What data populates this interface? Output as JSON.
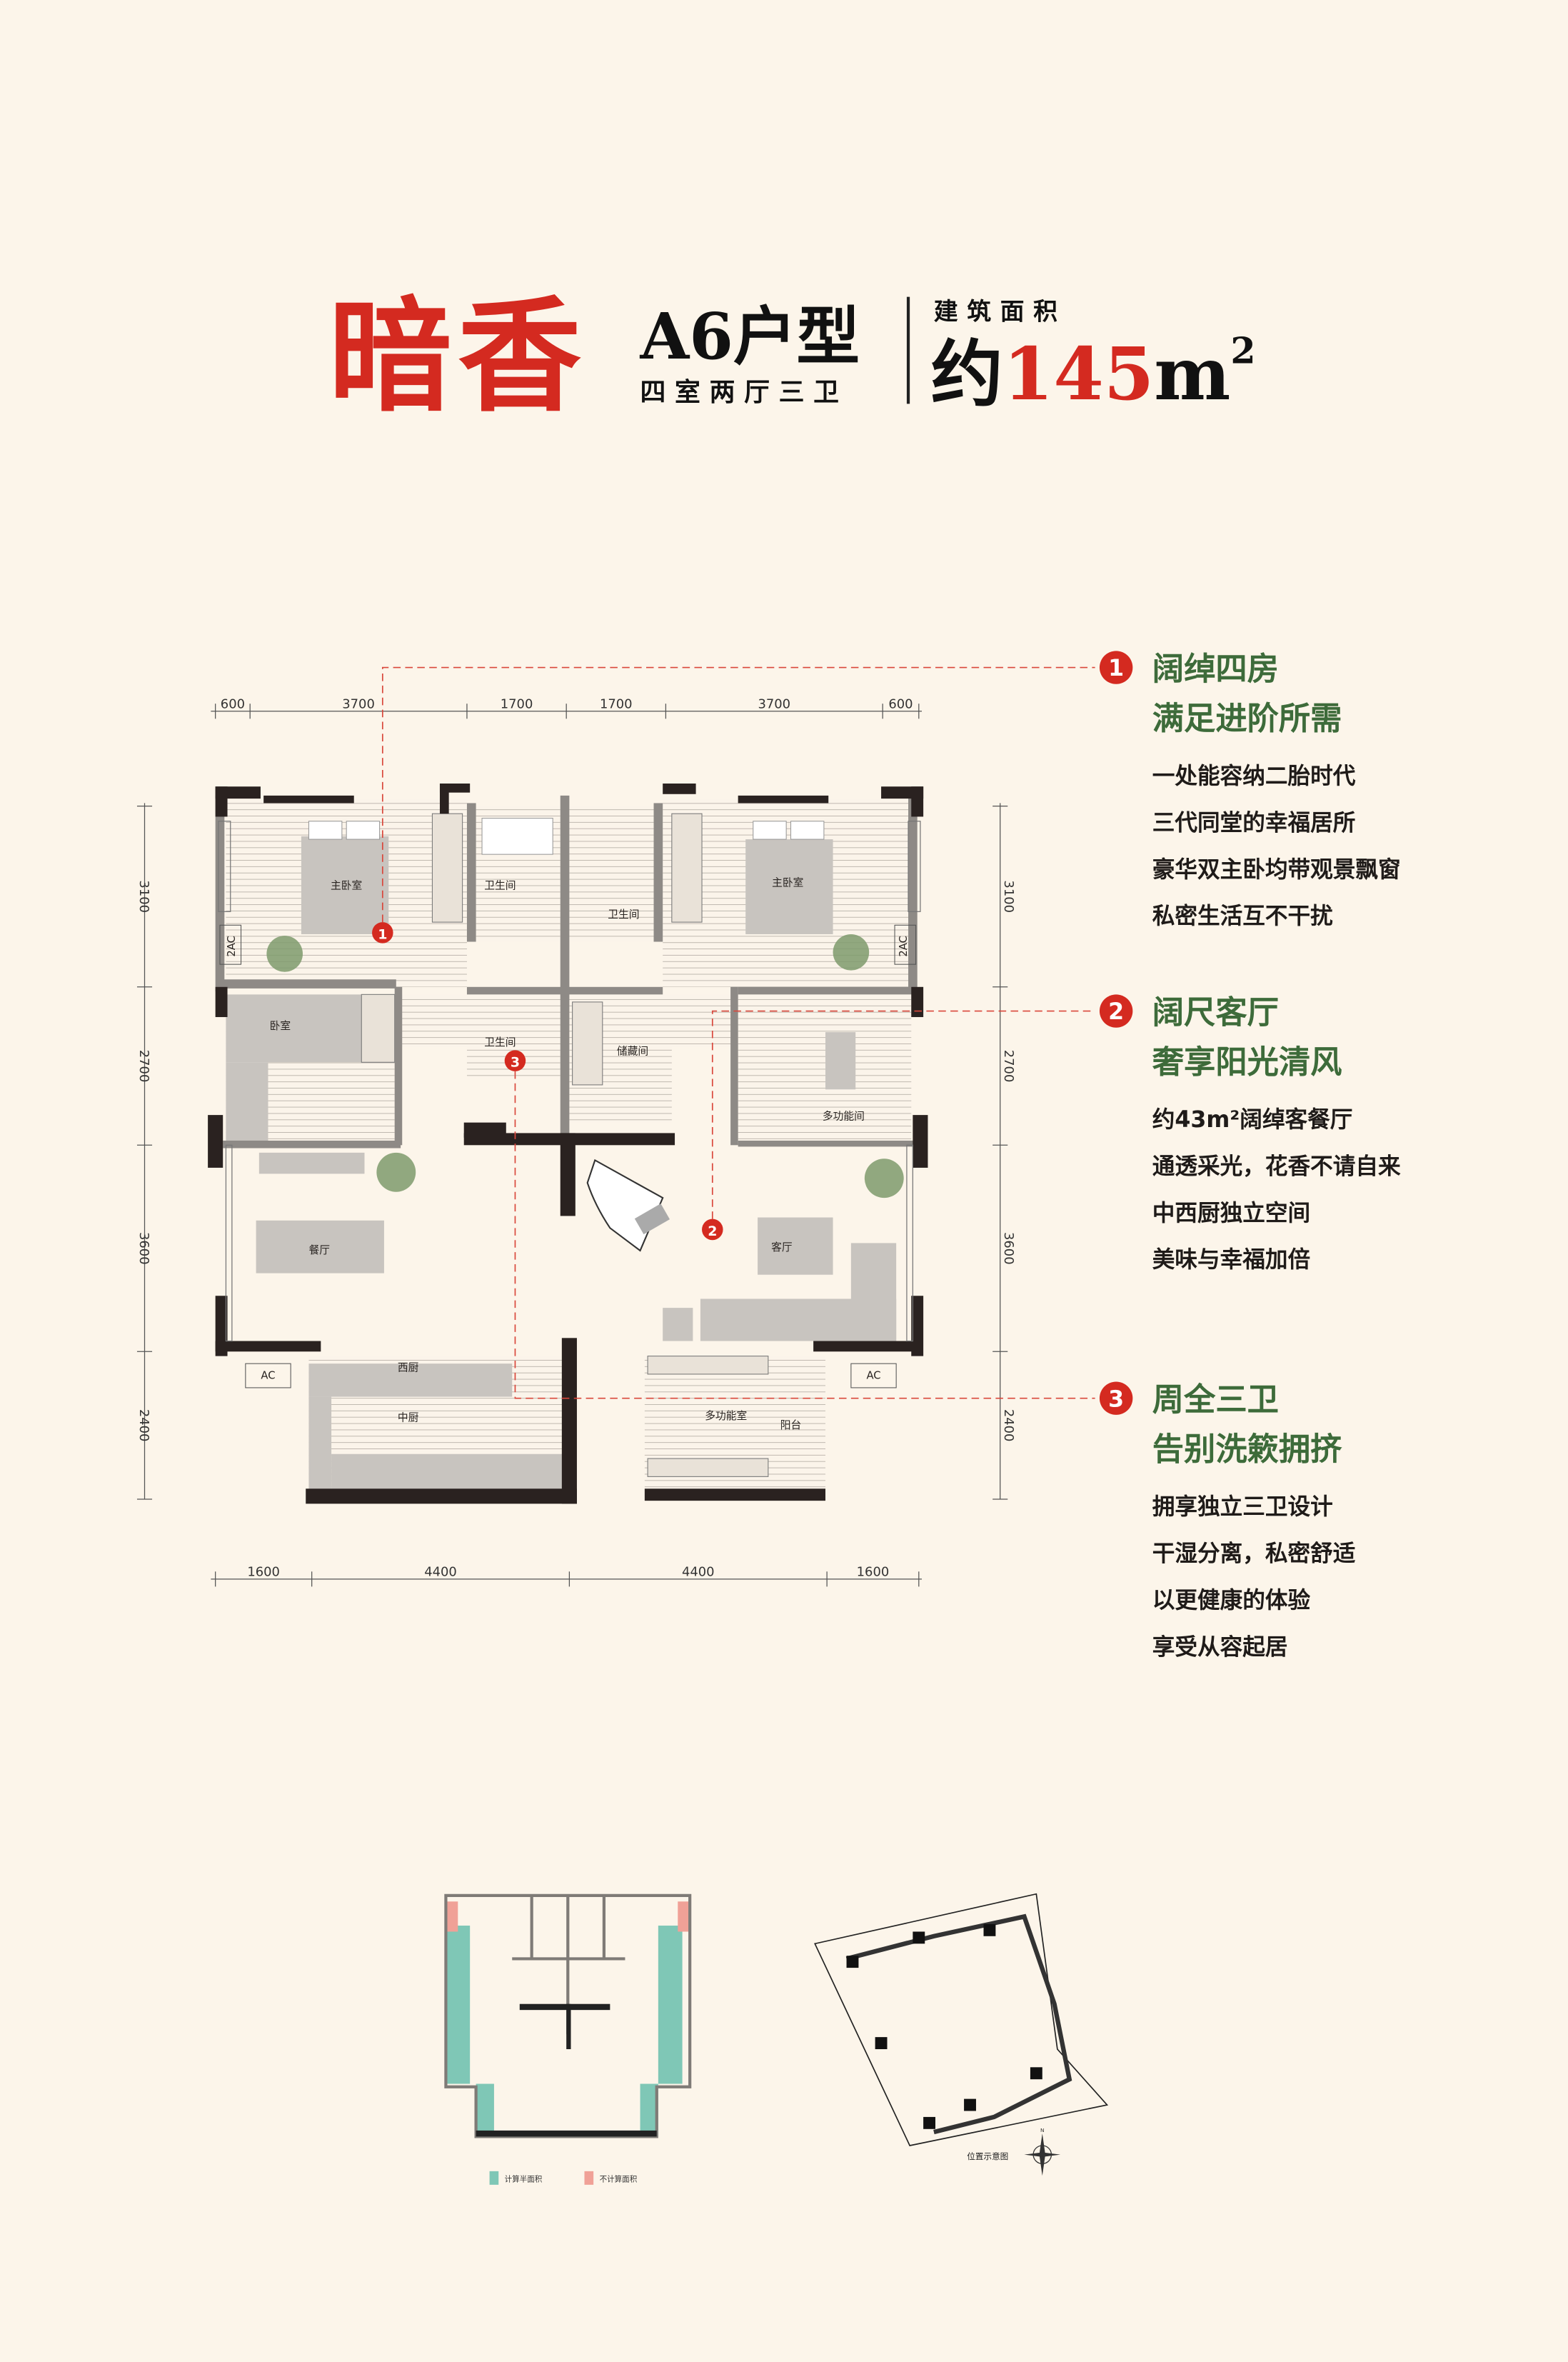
{
  "header": {
    "project_name": "暗香",
    "unit_type": "A6户型",
    "layout": "四室两厅三卫",
    "area_label": "建筑面积",
    "area_prefix": "约",
    "area_value": "145",
    "area_unit": "m",
    "area_unit_sup": "2"
  },
  "colors": {
    "brand_red": "#d42a20",
    "accent_green": "#3d6b3a",
    "half_area": "#7fc7b6",
    "excluded_area": "#f0a197"
  },
  "dimensions": {
    "top": [
      "600",
      "3700",
      "1700",
      "1700",
      "3700",
      "600"
    ],
    "bottom": [
      "1600",
      "4400",
      "4400",
      "1600"
    ],
    "left": [
      "3100",
      "2700",
      "3600",
      "2400"
    ],
    "right": [
      "3100",
      "2700",
      "3600",
      "2400"
    ]
  },
  "rooms": {
    "master_bedroom_left": "主卧室",
    "master_bedroom_right": "主卧室",
    "bathroom_left": "卫生间",
    "bathroom_right": "卫生间",
    "bathroom_center": "卫生间",
    "bedroom": "卧室",
    "storage": "储藏间",
    "multi_function_room": "多功能间",
    "dining": "餐厅",
    "living": "客厅",
    "western_kitchen": "西厨",
    "chinese_kitchen": "中厨",
    "multi_function_space": "多功能室",
    "balcony": "阳台",
    "ac_left": "AC",
    "ac_right": "AC",
    "ac2_left": "2AC",
    "ac2_right": "2AC"
  },
  "markers": [
    "1",
    "2",
    "3"
  ],
  "callouts": [
    {
      "number": "1",
      "title": [
        "阔绰四房",
        "满足进阶所需"
      ],
      "lines": [
        "一处能容纳二胎时代",
        "三代同堂的幸福居所",
        "豪华双主卧均带观景飘窗",
        "私密生活互不干扰"
      ]
    },
    {
      "number": "2",
      "title": [
        "阔尺客厅",
        "奢享阳光清风"
      ],
      "lines": [
        "约43m²阔绰客餐厅",
        "通透采光，花香不请自来",
        "中西厨独立空间",
        "美味与幸福加倍"
      ]
    },
    {
      "number": "3",
      "title": [
        "周全三卫",
        "告别洗簌拥挤"
      ],
      "lines": [
        "拥享独立三卫设计",
        "干湿分离，私密舒适",
        "以更健康的体验",
        "享受从容起居"
      ]
    }
  ],
  "legend": {
    "half_area": "计算半面积",
    "excluded_area": "不计算面积"
  },
  "site_map": {
    "label": "位置示意图",
    "north": "N"
  }
}
